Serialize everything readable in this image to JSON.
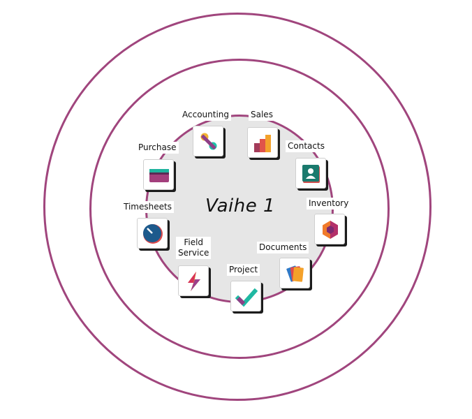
{
  "center": {
    "title": "Vaihe 1"
  },
  "apps": [
    {
      "id": "accounting",
      "label": "Accounting",
      "icon": "accounting-icon"
    },
    {
      "id": "sales",
      "label": "Sales",
      "icon": "sales-bar-chart-icon"
    },
    {
      "id": "contacts",
      "label": "Contacts",
      "icon": "contacts-card-icon"
    },
    {
      "id": "inventory",
      "label": "Inventory",
      "icon": "inventory-hexagon-icon"
    },
    {
      "id": "documents",
      "label": "Documents",
      "icon": "documents-stack-icon"
    },
    {
      "id": "project",
      "label": "Project",
      "icon": "project-checkmark-icon"
    },
    {
      "id": "field-service",
      "label_line1": "Field",
      "label_line2": "Service",
      "icon": "field-service-bolt-icon"
    },
    {
      "id": "timesheets",
      "label": "Timesheets",
      "icon": "timesheets-gauge-icon"
    },
    {
      "id": "purchase",
      "label": "Purchase",
      "icon": "purchase-card-icon"
    }
  ],
  "colors": {
    "ring": "#a0457d",
    "core": "#e6e6e6"
  }
}
